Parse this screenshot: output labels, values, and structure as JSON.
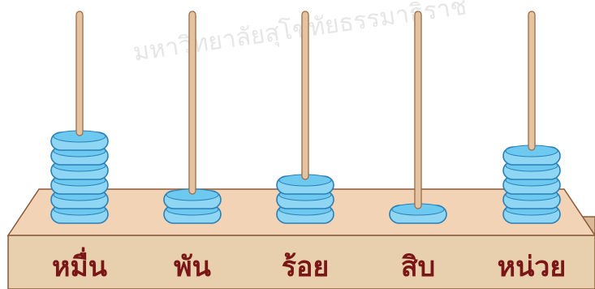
{
  "watermark": "มหาวิทยาลัยสุโขทัยธรรมาธิราช",
  "colors": {
    "base_front": "#e8cfae",
    "base_top": "#f2d3b6",
    "base_side": "#d8b998",
    "base_outline": "#8a5a3a",
    "rod": "#e4c3a3",
    "rod_outline": "#9c6b45",
    "bead_fill": "#8fd6f4",
    "bead_top": "#6ec9f0",
    "bead_outline": "#2a7fb5",
    "label": "#7a1616"
  },
  "abacus": {
    "columns": [
      {
        "label": "หมื่น",
        "beads": 6
      },
      {
        "label": "พัน",
        "beads": 2
      },
      {
        "label": "ร้อย",
        "beads": 3
      },
      {
        "label": "สิบ",
        "beads": 1
      },
      {
        "label": "หน่วย",
        "beads": 5
      }
    ]
  }
}
